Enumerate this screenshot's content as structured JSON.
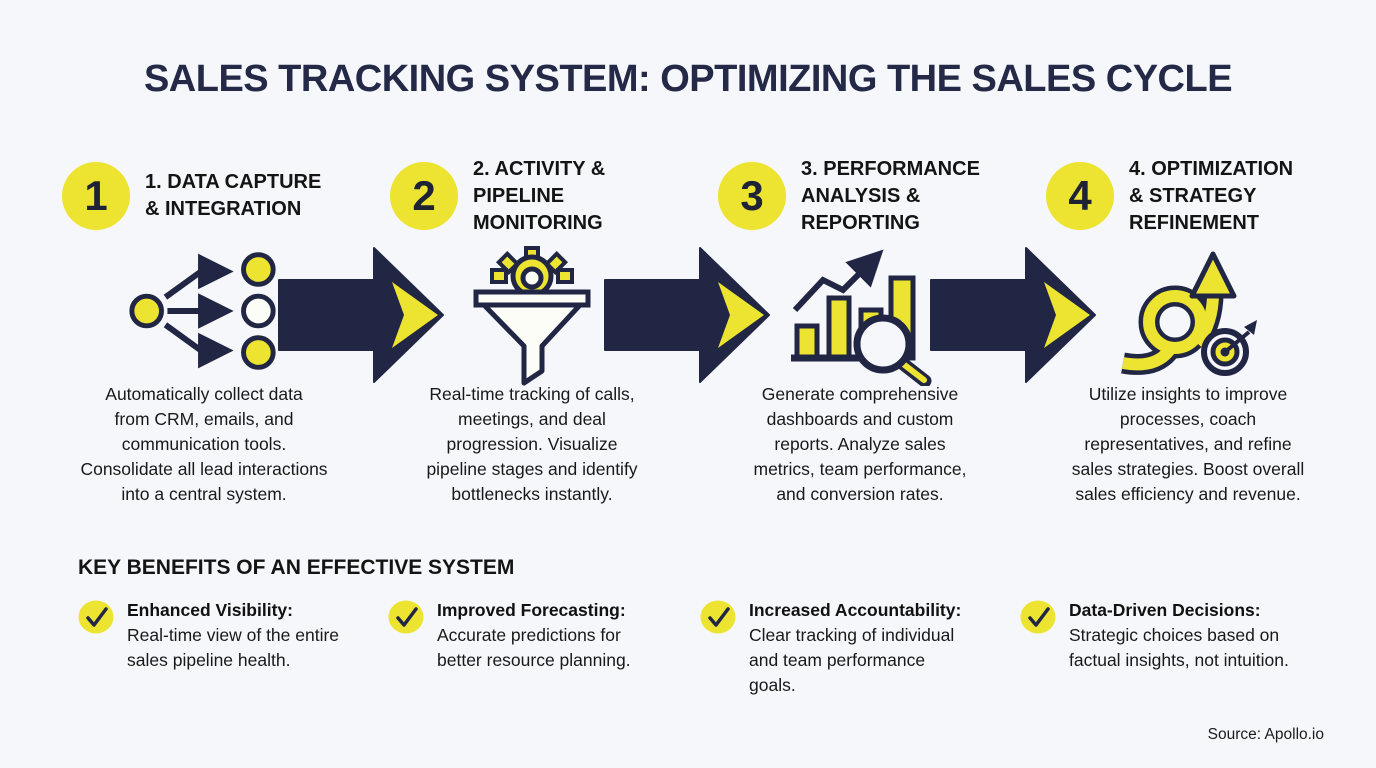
{
  "title": "SALES TRACKING SYSTEM: OPTIMIZING THE SALES CYCLE",
  "steps": [
    {
      "number": "1",
      "heading": "1. DATA CAPTURE\n& INTEGRATION",
      "icon": "data-network-icon",
      "description": "Automatically collect data\nfrom CRM, emails, and\ncommunication tools.\nConsolidate all lead interactions\ninto a central system."
    },
    {
      "number": "2",
      "heading": "2. ACTIVITY &\nPIPELINE\nMONITORING",
      "icon": "funnel-gear-icon",
      "description": "Real-time tracking of calls,\nmeetings, and deal\nprogression. Visualize\npipeline stages and identify\nbottlenecks instantly."
    },
    {
      "number": "3",
      "heading": "3. PERFORMANCE\nANALYSIS &\nREPORTING",
      "icon": "chart-magnifier-icon",
      "description": "Generate comprehensive\ndashboards and custom\nreports. Analyze sales\nmetrics, team performance,\nand conversion rates."
    },
    {
      "number": "4",
      "heading": "4. OPTIMIZATION\n& STRATEGY\nREFINEMENT",
      "icon": "loop-target-icon",
      "description": "Utilize insights to improve\nprocesses, coach\nrepresentatives, and refine\nsales strategies. Boost overall\nsales efficiency and revenue."
    }
  ],
  "benefits": {
    "heading": "KEY BENEFITS OF AN EFFECTIVE SYSTEM",
    "items": [
      {
        "title": "Enhanced Visibility:",
        "text": "Real-time view of the entire\nsales pipeline health."
      },
      {
        "title": "Improved Forecasting:",
        "text": "Accurate predictions for\nbetter resource planning."
      },
      {
        "title": "Increased Accountability:",
        "text": "Clear tracking of individual\nand team performance\ngoals."
      },
      {
        "title": "Data-Driven Decisions:",
        "text": "Strategic choices based on\nfactual insights, not intuition."
      }
    ]
  },
  "source": "Source: Apollo.io",
  "colors": {
    "navy": "#212645",
    "yellow": "#ece431",
    "background": "#f6f7fa",
    "icon_white": "#fdfdf7",
    "text": "#191919"
  }
}
